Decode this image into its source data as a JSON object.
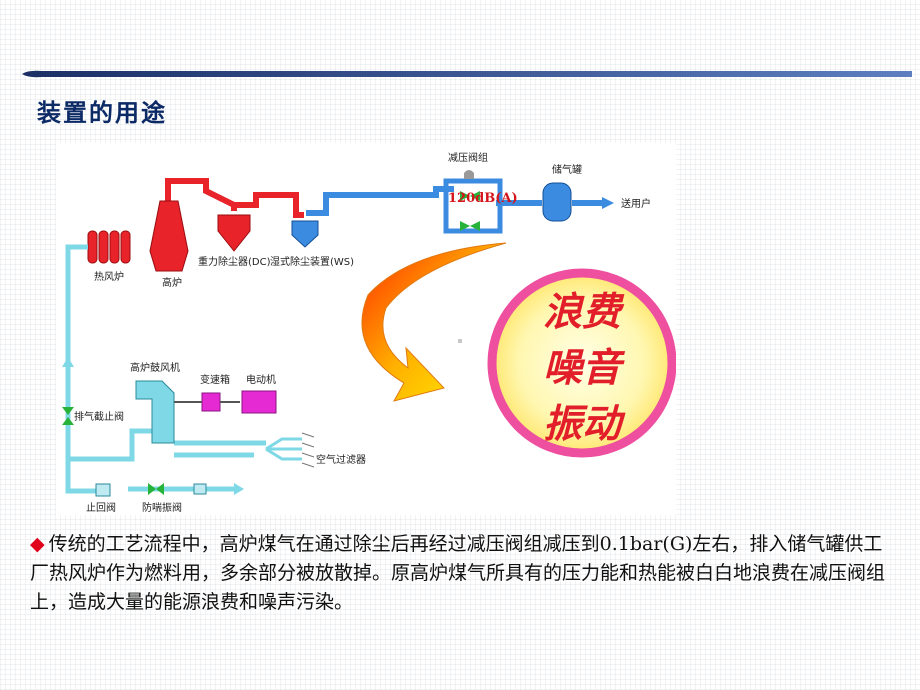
{
  "header": {
    "title": "装置的用途"
  },
  "diagram": {
    "labels": {
      "hot_stove": "热风炉",
      "blast_furnace": "高炉",
      "gravity_dust_catcher": "重力除尘器(DC)",
      "wet_dust_catcher": "湿式除尘装置(WS)",
      "pressure_valve_group": "减压阀组",
      "gas_holder": "储气罐",
      "to_user": "送用户",
      "noise_level": "120dB(A)",
      "blower": "高炉鼓风机",
      "gearbox": "变速箱",
      "motor": "电动机",
      "exhaust_valve": "排气截止阀",
      "check_valve": "止回阀",
      "surge_valve": "防喘振阀",
      "air_filter": "空气过滤器"
    },
    "effects": {
      "line1": "浪费",
      "line2": "噪音",
      "line3": "振动"
    },
    "colors": {
      "gas_pipe": "#e8232a",
      "clean_gas_pipe": "#3b8be0",
      "air_pipe": "#7fd8e6",
      "valve": "#27b23a",
      "drive": "#e62ad3",
      "effect_ring": "#ee4f9f"
    }
  },
  "description": {
    "bullet": "◆",
    "text": "传统的工艺流程中，高炉煤气在通过除尘后再经过减压阀组减压到0.1bar(G)左右，排入储气罐供工厂热风炉作为燃料用，多余部分被放散掉。原高炉煤气所具有的压力能和热能被白白地浪费在减压阀组上，造成大量的能源浪费和噪声污染。"
  }
}
